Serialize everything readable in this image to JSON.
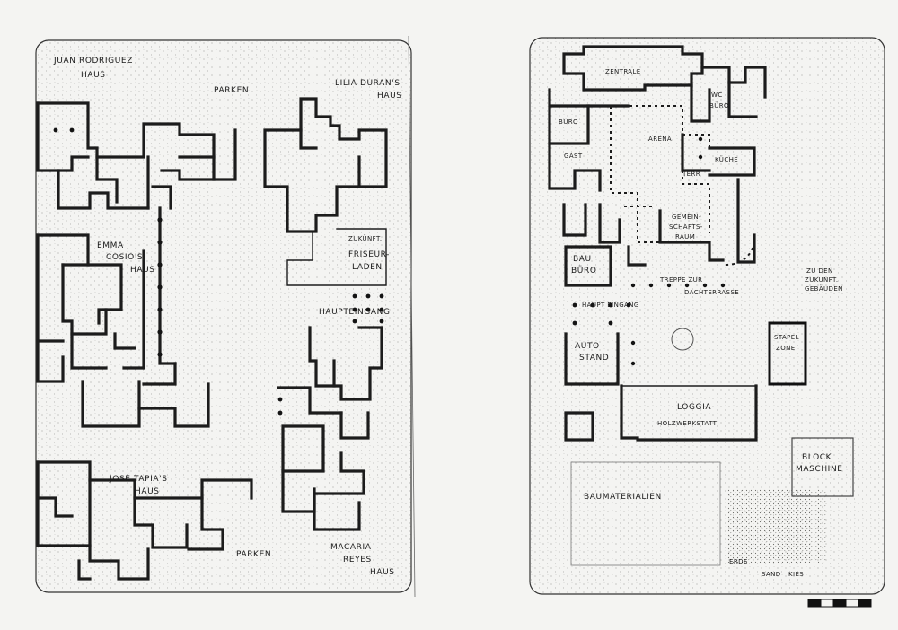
{
  "colors": {
    "paper": "#f4f4f2",
    "sheet": "#ebebe8",
    "ink": "#141414",
    "wall": "#1c1c1c",
    "stipple": "#8a8a86"
  },
  "left_plan": {
    "labels": {
      "juan_rodriguez_1": "JUAN RODRIGUEZ",
      "juan_rodriguez_2": "HAUS",
      "parken_top": "PARKEN",
      "lilia_durans_1": "LILIA DURAN'S",
      "lilia_durans_2": "HAUS",
      "emma_1": "EMMA",
      "emma_2": "COSIO'S",
      "emma_3": "HAUS",
      "zukunft": "ZUKÜNFT.",
      "friseur_1": "FRISEUR-",
      "friseur_2": "LADEN",
      "haupteingang": "HAUPTEINGANG",
      "jose_tapia_1": "JOSÉ TAPIA'S",
      "jose_tapia_2": "HAUS",
      "parken_bottom": "PARKEN",
      "macaria_1": "MACARIA",
      "macaria_2": "REYES",
      "macaria_3": "HAUS"
    }
  },
  "right_plan": {
    "labels": {
      "zentrale": "ZENTRALE",
      "buero": "BÜRO",
      "gast": "GAST",
      "arena": "ARENA",
      "wc": "WC",
      "buero2": "BÜRO",
      "kuche": "KÜCHE",
      "terr": "TERR",
      "gemeinschaftsraum_1": "GEMEIN-",
      "gemeinschaftsraum_2": "SCHAFTS-",
      "gemeinschaftsraum_3": "RAUM",
      "bau_1": "BAU",
      "bau_2": "BÜRO",
      "treppe_1": "TREPPE ZUR",
      "treppe_2": "DACHTERRASSE",
      "haupteingang": "HAUPT EINGANG",
      "auto_1": "AUTO",
      "auto_2": "STAND",
      "loggia": "LOGGIA",
      "holzwerkstatt": "HOLZWERKSTATT",
      "zu_den_1": "ZU DEN",
      "zu_den_2": "ZUKUNFT.",
      "zu_den_3": "GEBÄUDEN",
      "stapler_1": "STAPEL",
      "stapler_2": "ZONE",
      "block_1": "BLOCK",
      "block_2": "MASCHINE",
      "baumaterialien": "BAUMATERIALIEN",
      "erde": "ERDE",
      "sand": "SAND",
      "kies": "KIES"
    }
  },
  "scale_bar": {
    "segments": 5
  }
}
